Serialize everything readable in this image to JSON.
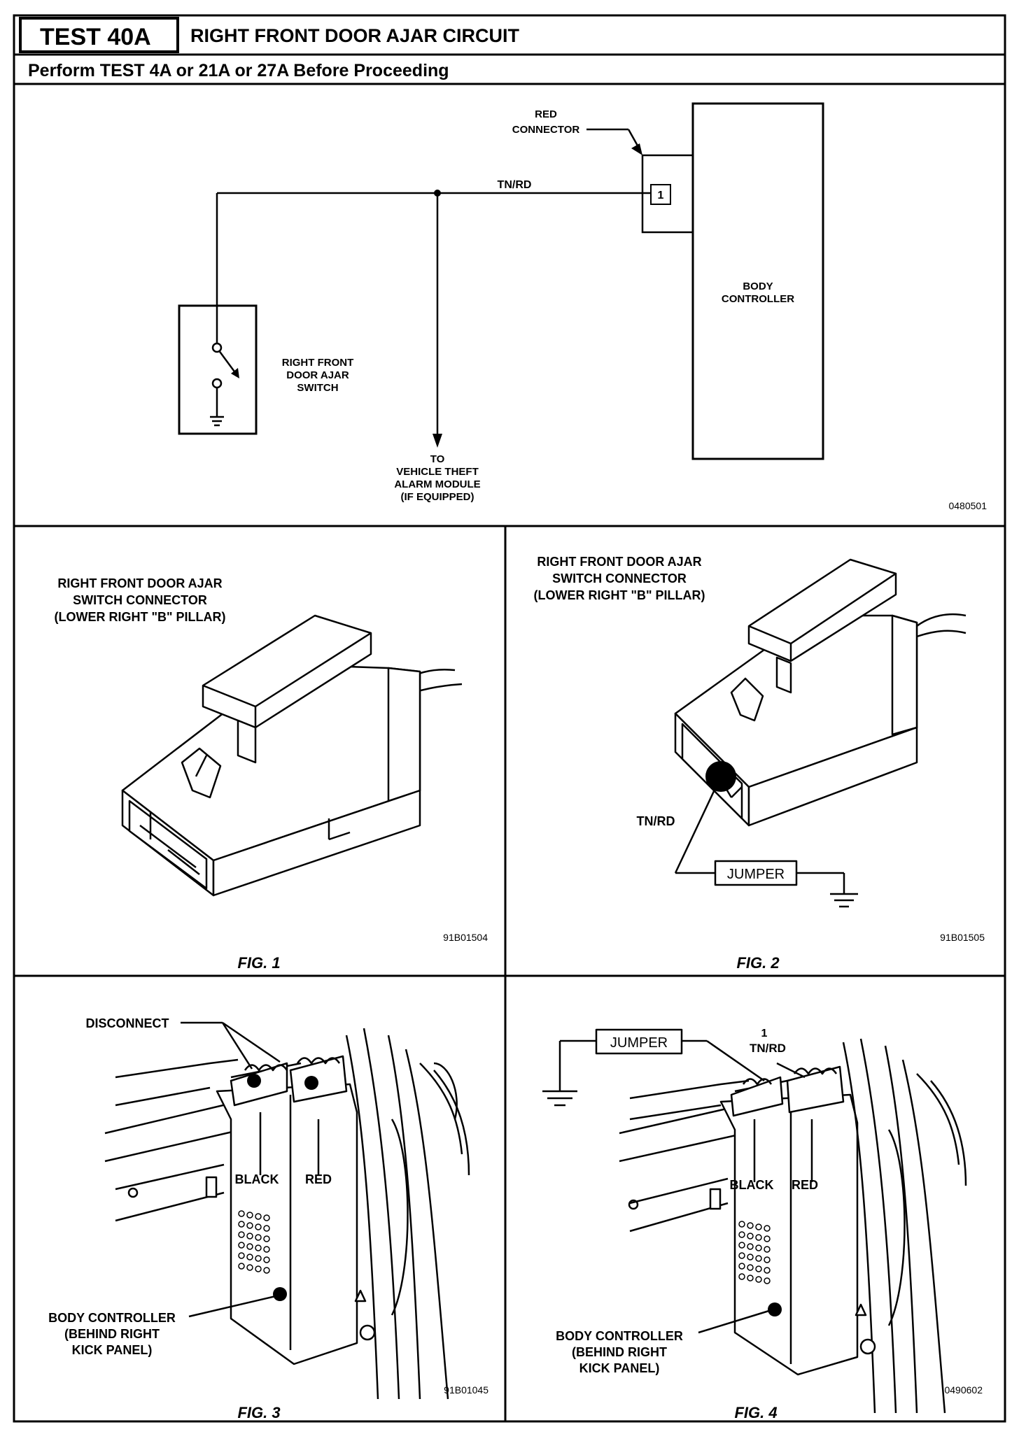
{
  "header": {
    "test_label": "TEST 40A",
    "title": "RIGHT FRONT DOOR AJAR CIRCUIT",
    "prerequisite": "Perform TEST 4A or 21A or 27A Before Proceeding"
  },
  "schematic": {
    "red_connector": [
      "RED",
      "CONNECTOR"
    ],
    "wire_label": "TN/RD",
    "pin": "1",
    "body_controller": [
      "BODY",
      "CONTROLLER"
    ],
    "switch_label": [
      "RIGHT  FRONT",
      "DOOR  AJAR",
      "SWITCH"
    ],
    "theft_label": [
      "TO",
      "VEHICLE  THEFT",
      "ALARM  MODULE",
      "(IF  EQUIPPED)"
    ],
    "code": "0480501"
  },
  "fig1": {
    "label": [
      "RIGHT FRONT DOOR AJAR",
      "SWITCH CONNECTOR",
      "(LOWER RIGHT \"B\" PILLAR)"
    ],
    "code": "91B01504",
    "caption": "FIG. 1"
  },
  "fig2": {
    "label": [
      "RIGHT FRONT DOOR AJAR",
      "SWITCH CONNECTOR",
      "(LOWER RIGHT \"B\" PILLAR)"
    ],
    "wire_label": "TN/RD",
    "jumper": "JUMPER",
    "code": "91B01505",
    "caption": "FIG. 2"
  },
  "fig3": {
    "disconnect": "DISCONNECT",
    "black": "BLACK",
    "red": "RED",
    "body_controller": [
      "BODY CONTROLLER",
      "(BEHIND RIGHT",
      "KICK PANEL)"
    ],
    "code": "91B01045",
    "caption": "FIG. 3"
  },
  "fig4": {
    "jumper": "JUMPER",
    "pin": "1",
    "wire_label": "TN/RD",
    "black": "BLACK",
    "red": "RED",
    "body_controller": [
      "BODY CONTROLLER",
      "(BEHIND RIGHT",
      "KICK PANEL)"
    ],
    "code": "0490602",
    "caption": "FIG. 4"
  }
}
